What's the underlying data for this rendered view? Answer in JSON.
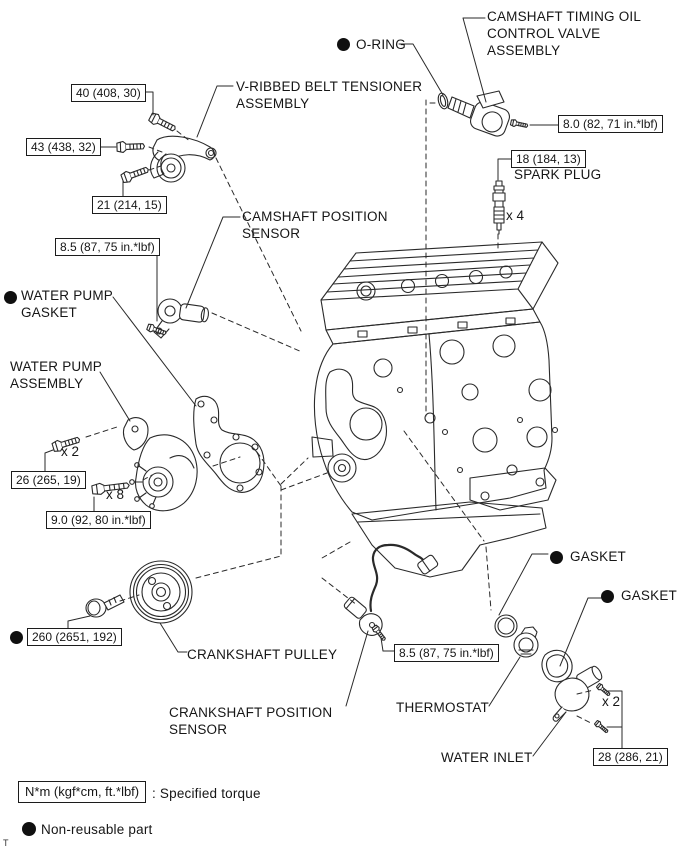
{
  "colors": {
    "ink": "#262626",
    "background": "#ffffff"
  },
  "labels": {
    "ocv": "CAMSHAFT TIMING OIL CONTROL VALVE ASSEMBLY",
    "oring": "O-RING",
    "belt_tensioner": "V-RIBBED BELT TENSIONER ASSEMBLY",
    "spark_plug": "SPARK PLUG",
    "cam_sensor": "CAMSHAFT POSITION SENSOR",
    "wp_gasket": "WATER PUMP GASKET",
    "wp_assembly": "WATER PUMP ASSEMBLY",
    "crank_pulley": "CRANKSHAFT PULLEY",
    "crank_sensor": "CRANKSHAFT POSITION SENSOR",
    "thermostat": "THERMOSTAT",
    "gasket_thermostat": "GASKET",
    "gasket_water_inlet": "GASKET",
    "water_inlet": "WATER INLET"
  },
  "torques": {
    "ocv_bolt": "8.0 (82, 71 in.*lbf)",
    "tensioner_bolt_a": "40 (408, 30)",
    "tensioner_bolt_b": "43 (438, 32)",
    "tensioner_bolt_c": "21 (214, 15)",
    "spark_plug": "18 (184, 13)",
    "cam_sensor_bolt": "8.5 (87, 75 in.*lbf)",
    "wp_bolt_long": "26 (265, 19)",
    "wp_bolt_short": "9.0 (92, 80 in.*lbf)",
    "crank_pulley_bolt": "260 (2651, 192)",
    "crank_sensor_bolt": "8.5 (87, 75 in.*lbf)",
    "water_inlet_bolt": "28 (286, 21)"
  },
  "quantities": {
    "spark_plug": "x 4",
    "wp_bolt_long": "x 2",
    "wp_bolt_short": "x 8",
    "water_inlet_bolt": "x 2"
  },
  "legend": {
    "torque_unit": "N*m (kgf*cm, ft.*lbf)",
    "torque_meaning": ": Specified torque",
    "non_reusable_label": "Non-reusable part",
    "page_mark": "T"
  }
}
